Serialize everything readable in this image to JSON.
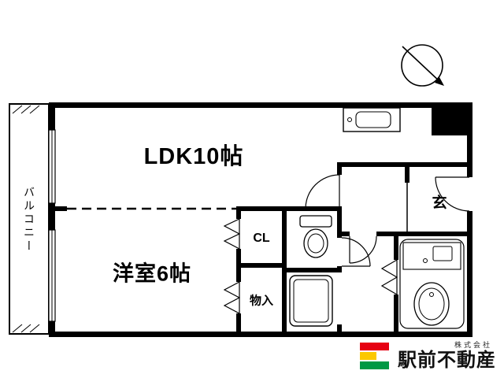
{
  "plan": {
    "rooms": {
      "ldk": "LDK10帖",
      "western": "洋室6帖",
      "closet": "CL",
      "storage": "物入",
      "entrance": "玄",
      "balcony": "バルコニー"
    }
  },
  "icons": {
    "compass": "north-arrow",
    "kitchen": "kitchen-sink",
    "toilet": "toilet",
    "washer": "washing-machine-pan",
    "vanity": "vanity-sink",
    "bathtub": "bathtub",
    "doors": "door-swing",
    "folding_doors": "folding-door"
  },
  "logo": {
    "company_prefix": "株式会社",
    "company_name": "駅前不動産",
    "mark_colors": {
      "top": "#e60012",
      "middle": "#fcc800",
      "bottom": "#009944"
    }
  }
}
